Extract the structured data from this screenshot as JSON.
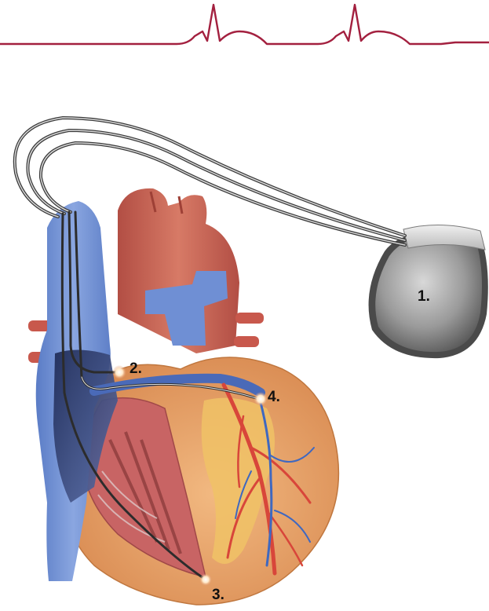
{
  "diagram": {
    "labels": {
      "pacemaker": "1.",
      "atrial_lead": "2.",
      "ventricular_lead": "3.",
      "coronary_sinus_lead": "4."
    },
    "colors": {
      "ecg_line": "#a3203f",
      "vein_blue": "#6f8fd4",
      "artery_red": "#c8584c",
      "myocardium": "#e9a870",
      "coronary_artery": "#d8463a",
      "coronary_vein": "#3f68c0",
      "fat": "#f0c266",
      "device_body": "#8f8f8f",
      "device_header": "#d4d4d4",
      "lead_wire": "#3a3a3a"
    }
  }
}
